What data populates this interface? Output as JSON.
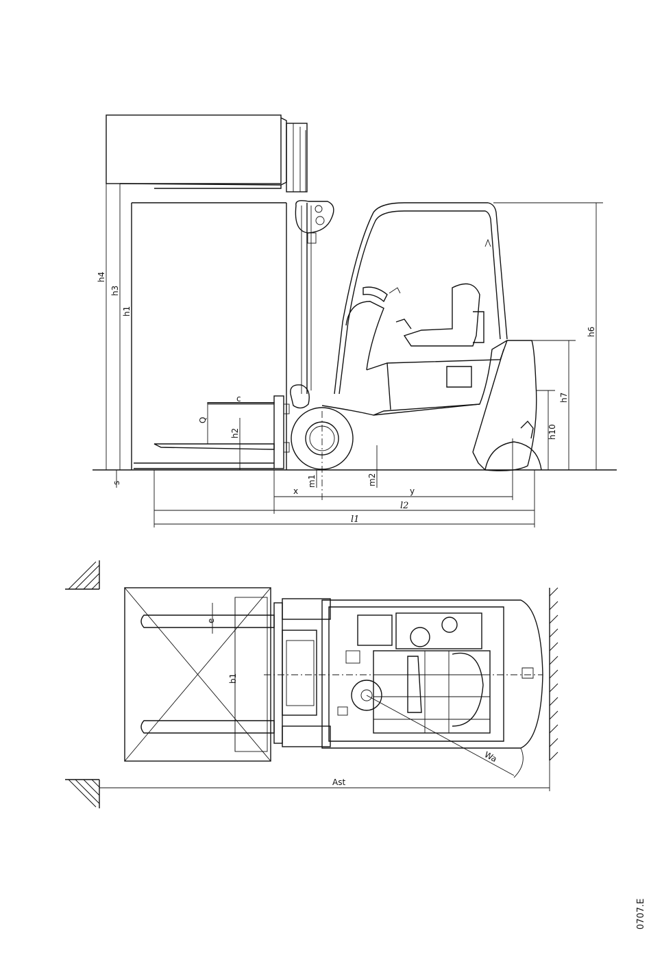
{
  "side_view": {
    "h4": "h4",
    "h3": "h3",
    "h1": "h1",
    "h6": "h6",
    "h7": "h7",
    "h10": "h10",
    "h2": "h2",
    "c": "c",
    "Q": "Q",
    "s": "s",
    "m1": "m1",
    "m2": "m2",
    "x": "x",
    "y": "y",
    "l2": "l2",
    "l1": "l1"
  },
  "top_view": {
    "e": "e",
    "b1": "b1",
    "Wa": "Wa",
    "Ast": "Ast"
  },
  "drawing_code": "0707.E"
}
